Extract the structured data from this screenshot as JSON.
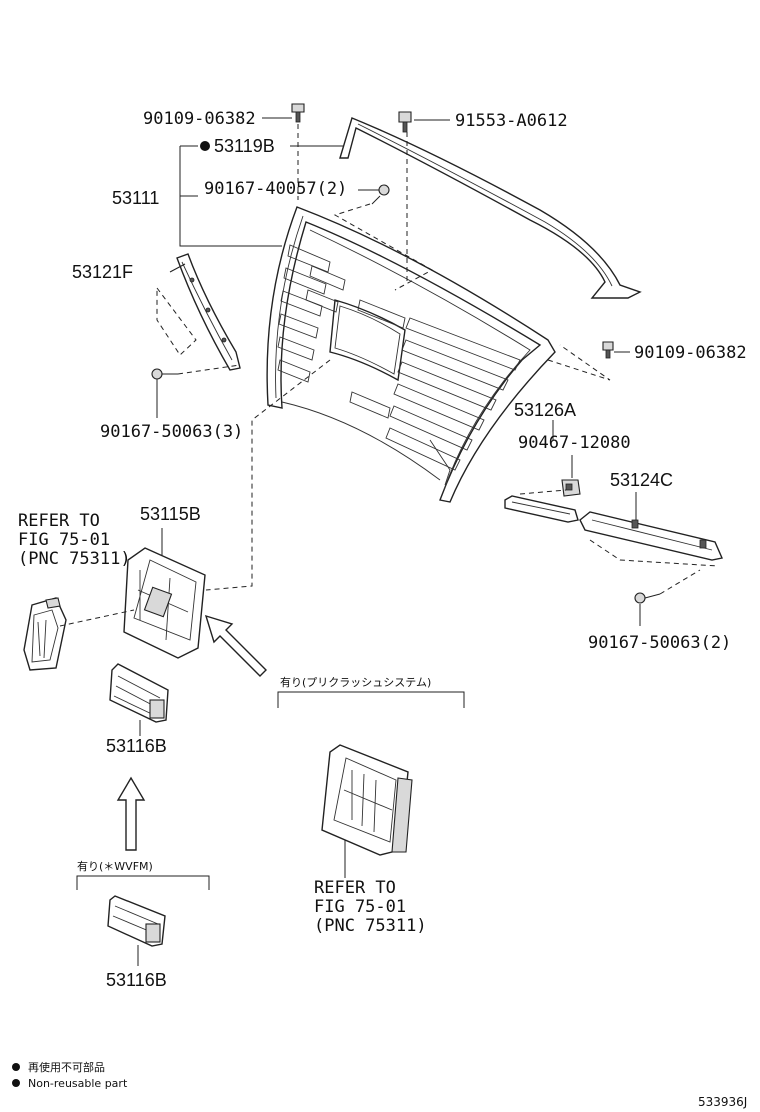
{
  "callouts": {
    "bolt_top_left": "90109-06382",
    "bolt_top_right": "91553-A0612",
    "molding_upper": "53119B",
    "grille_assy": "53111",
    "screw_upper": "90167-40057(2)",
    "molding_left": "53121F",
    "screw_left": "90167-50063(3)",
    "bolt_right": "90109-06382",
    "molding_lower_a": "53126A",
    "clip": "90467-12080",
    "molding_lower_c": "53124C",
    "screw_lower_right": "90167-50063(2)",
    "emblem_base": "53115B",
    "emblem_insert_1": "53116B",
    "emblem_insert_2": "53116B"
  },
  "refer_left": [
    "REFER TO",
    "FIG 75-01",
    "(PNC 75311)"
  ],
  "refer_center": [
    "REFER TO",
    "FIG 75-01",
    "(PNC 75311)"
  ],
  "condition_precrash": "有り(プリクラッシュシステム)",
  "condition_wvfm": "有り(＊WVFM)",
  "legend": {
    "jp": "再使用不可部品",
    "en": "Non-reusable part"
  },
  "figure_id": "533936J",
  "colors": {
    "line": "#222222",
    "background": "#ffffff"
  }
}
